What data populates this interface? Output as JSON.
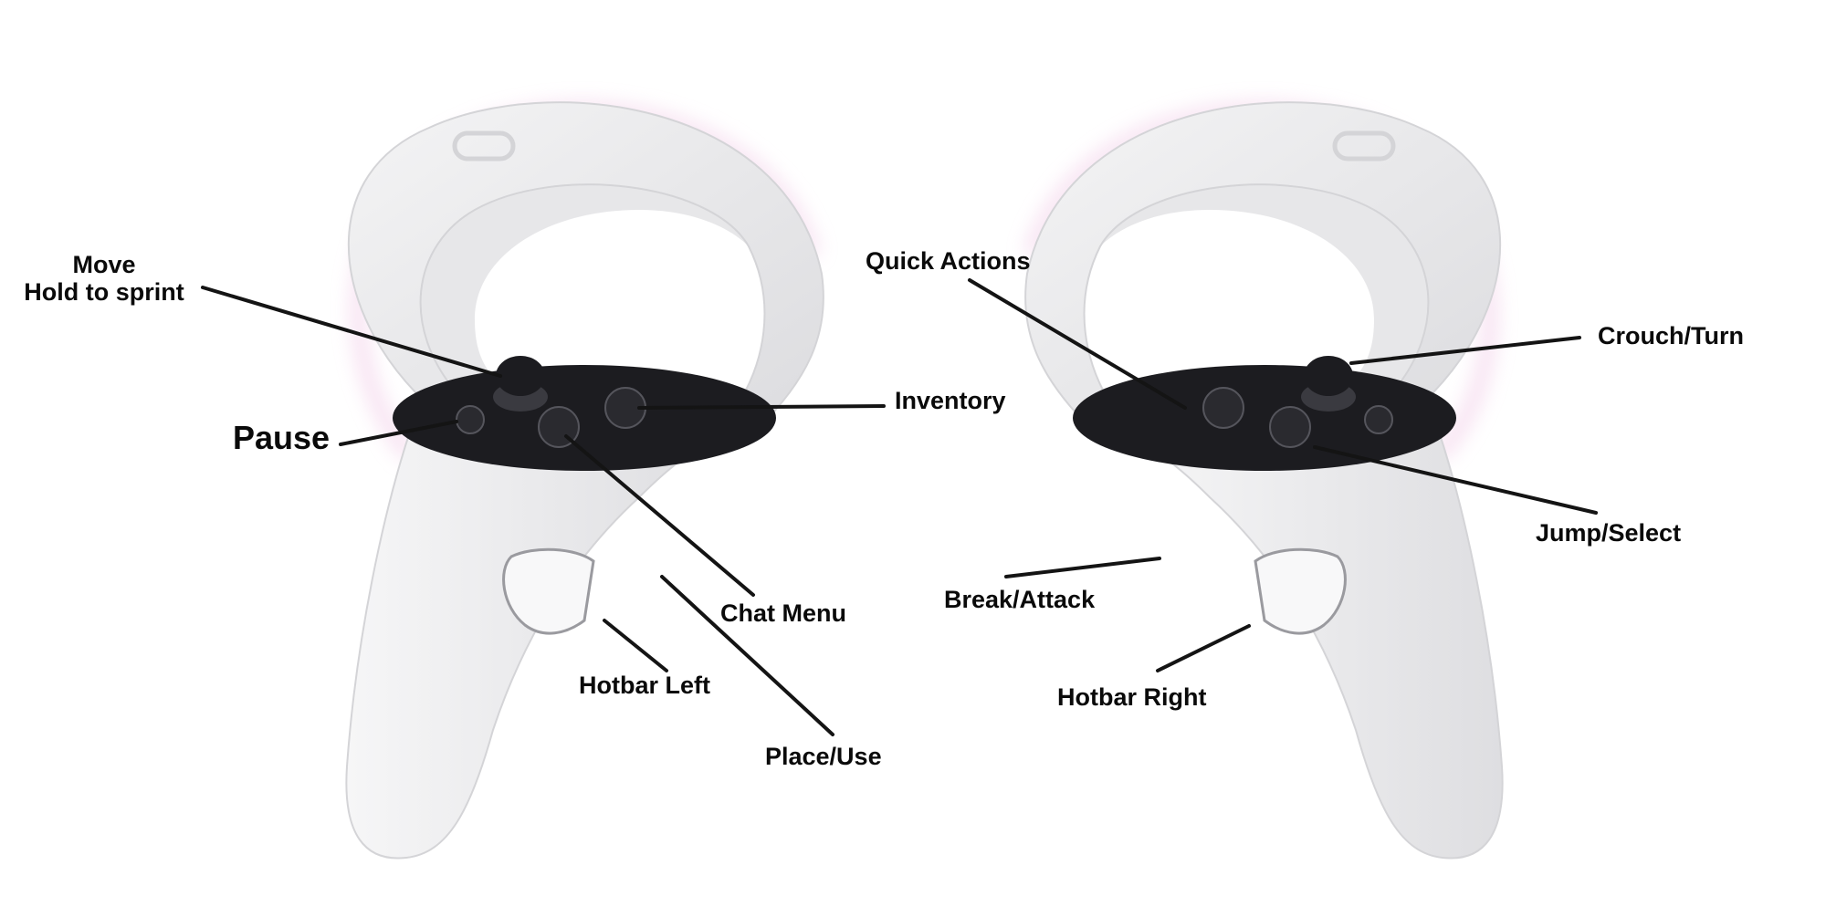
{
  "colors": {
    "body": "#ededee",
    "body_shadow": "#d4d4d7",
    "glow": "#f1c9e6",
    "face": "#1c1c20",
    "button": "#2a2a2f",
    "line": "#141414",
    "text": "#0a0a0a"
  },
  "left_controller": {
    "labels": {
      "move": "Move",
      "sprint": "Hold to sprint",
      "pause": "Pause",
      "inventory": "Inventory",
      "chat_menu": "Chat Menu",
      "hotbar_left": "Hotbar Left",
      "place_use": "Place/Use"
    }
  },
  "right_controller": {
    "labels": {
      "quick_actions": "Quick Actions",
      "crouch_turn": "Crouch/Turn",
      "jump_select": "Jump/Select",
      "break_attack": "Break/Attack",
      "hotbar_right": "Hotbar Right"
    }
  }
}
